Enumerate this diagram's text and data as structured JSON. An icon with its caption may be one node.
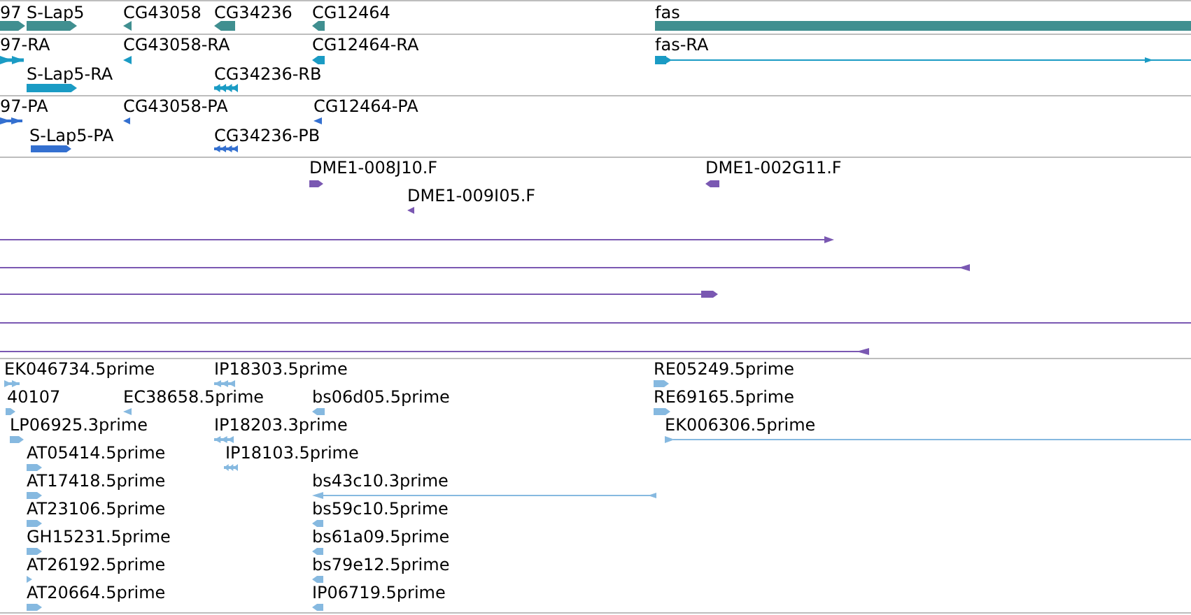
{
  "diagram": {
    "nodes": [
      {
        "text": [
          "97"
        ]
      },
      {
        "text": [
          "S-Lap5"
        ]
      },
      {
        "text": [
          "CG43058"
        ]
      },
      {
        "text": [
          "CG34236"
        ]
      },
      {
        "text": [
          "CG12464"
        ]
      },
      {
        "text": [
          "fas"
        ]
      },
      {
        "text": [
          "97-RA"
        ]
      },
      {
        "text": [
          "CG43058-RA"
        ]
      },
      {
        "text": [
          "CG12464-RA"
        ]
      },
      {
        "text": [
          "fas-RA"
        ]
      },
      {
        "text": [
          "S-Lap5-RA"
        ]
      },
      {
        "text": [
          "CG34236-RB"
        ]
      },
      {
        "text": [
          "97-PA"
        ]
      },
      {
        "text": [
          "CG43058-PA"
        ]
      },
      {
        "text": [
          "CG12464-PA"
        ]
      },
      {
        "text": [
          "S-Lap5-PA"
        ]
      },
      {
        "text": [
          "CG34236-PB"
        ]
      },
      {
        "text": [
          "DME1-008J10.F"
        ]
      },
      {
        "text": [
          "DME1-002G11.F"
        ]
      },
      {
        "text": [
          "DME1-009I05.F"
        ]
      },
      {
        "text": [],
        "shape": "bar"
      },
      {
        "text": [],
        "shape": "bar"
      },
      {
        "text": [],
        "shape": "bar"
      },
      {
        "text": [],
        "shape": "bar"
      },
      {
        "text": [],
        "shape": "bar"
      },
      {
        "text": [
          "EK046734.5prime"
        ]
      },
      {
        "text": [
          "IP18303.5prime"
        ]
      },
      {
        "text": [
          "RE05249.5prime"
        ]
      },
      {
        "text": [
          "40107"
        ]
      },
      {
        "text": [
          "EC38658.5prime"
        ]
      },
      {
        "text": [
          "bs06d05.5prime"
        ]
      },
      {
        "text": [
          "RE69165.5prime"
        ]
      },
      {
        "text": [
          "LP06925.3prime"
        ]
      },
      {
        "text": [
          "IP18203.3prime"
        ]
      },
      {
        "text": [
          "EK006306.5prime"
        ]
      },
      {
        "text": [
          "AT05414.5prime"
        ]
      },
      {
        "text": [
          "IP18103.5prime"
        ]
      },
      {
        "text": [
          "AT17418.5prime"
        ]
      },
      {
        "text": [
          "bs43c10.3prime"
        ]
      },
      {
        "text": [
          "AT23106.5prime"
        ]
      },
      {
        "text": [
          "bs59c10.5prime"
        ]
      },
      {
        "text": [
          "GH15231.5prime"
        ]
      },
      {
        "text": [
          "bs61a09.5prime"
        ]
      },
      {
        "text": [
          "AT26192.5prime"
        ]
      },
      {
        "text": [
          "bs79e12.5prime"
        ]
      },
      {
        "text": [
          "AT20664.5prime"
        ]
      },
      {
        "text": [
          "IP06719.5prime"
        ]
      }
    ]
  }
}
